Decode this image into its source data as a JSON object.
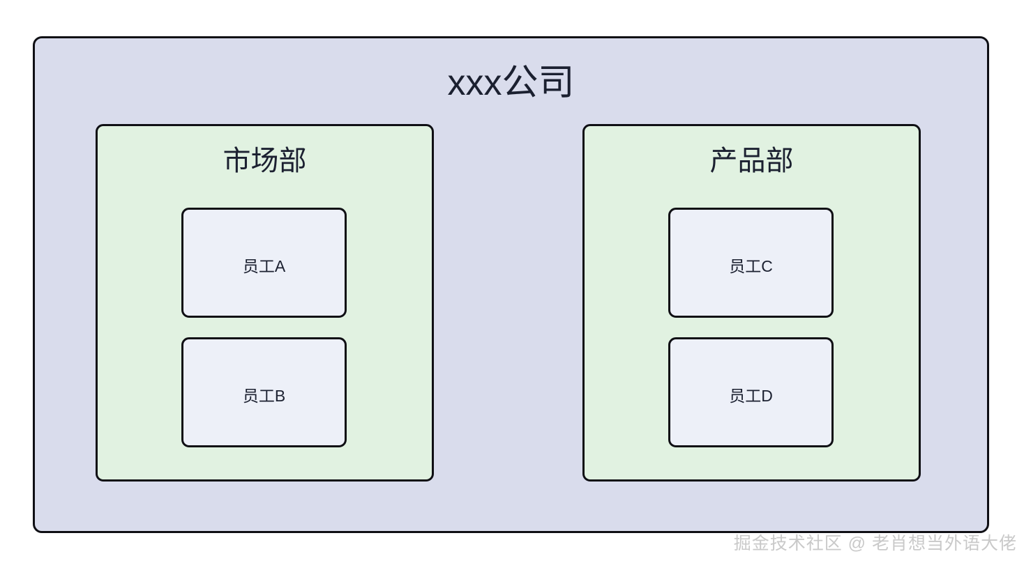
{
  "diagram": {
    "company": {
      "title": "xxx公司",
      "fill_color": "#d9dcec",
      "border_color": "#0f0f14"
    },
    "departments": [
      {
        "name": "市场部",
        "fill_color": "#e1f2e1",
        "employees": [
          {
            "name": "员工A"
          },
          {
            "name": "员工B"
          }
        ]
      },
      {
        "name": "产品部",
        "fill_color": "#e1f2e1",
        "employees": [
          {
            "name": "员工C"
          },
          {
            "name": "员工D"
          }
        ]
      }
    ],
    "employee_fill_color": "#edf0f8"
  },
  "watermark": {
    "text": "掘金技术社区 @ 老肖想当外语大佬",
    "color": "#c9c9c9"
  }
}
